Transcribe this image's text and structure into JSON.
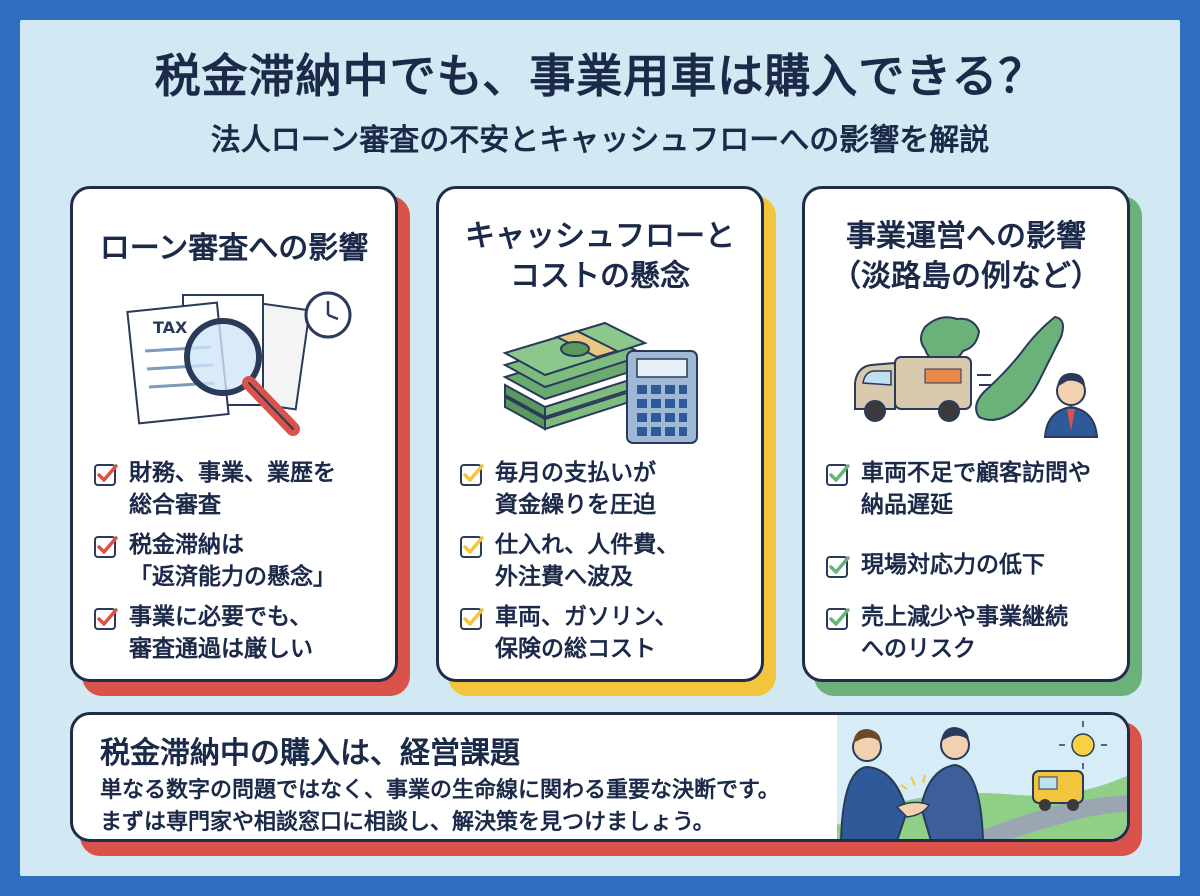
{
  "header": {
    "title": "税金滞納中でも、事業用車は購入できる？",
    "subtitle": "法人ローン審査の不安とキャッシュフローへの影響を解説"
  },
  "colors": {
    "frame": "#2f6fbf",
    "background": "#d2e8f3",
    "red": "#d9534a",
    "yellow": "#f2c53d",
    "green": "#6ab27a",
    "navy": "#1f2d4a"
  },
  "cards": [
    {
      "title_lines": [
        "ローン審査への影響"
      ],
      "illustration_label": "TAX",
      "items": [
        [
          "財務、事業、業歴を",
          "総合審査"
        ],
        [
          "税金滞納は",
          "「返済能力の懸念」"
        ],
        [
          "事業に必要でも、",
          "審査通過は厳しい"
        ]
      ]
    },
    {
      "title_lines": [
        "キャッシュフローと",
        "コストの懸念"
      ],
      "items": [
        [
          "毎月の支払いが",
          "資金繰りを圧迫"
        ],
        [
          "仕入れ、人件費、",
          "外注費へ波及"
        ],
        [
          "車両、ガソリン、",
          "保険の総コスト"
        ]
      ]
    },
    {
      "title_lines": [
        "事業運営への影響",
        "（淡路島の例など）"
      ],
      "items": [
        [
          "車両不足で顧客訪問や",
          "納品遅延"
        ],
        [
          "現場対応力の低下"
        ],
        [
          "売上減少や事業継続",
          "へのリスク"
        ]
      ]
    }
  ],
  "bottom": {
    "title": "税金滞納中の購入は、経営課題",
    "line1": "単なる数字の問題ではなく、事業の生命線に関わる重要な決断です。",
    "line2": "まずは専門家や相談窓口に相談し、解決策を見つけましょう。"
  }
}
